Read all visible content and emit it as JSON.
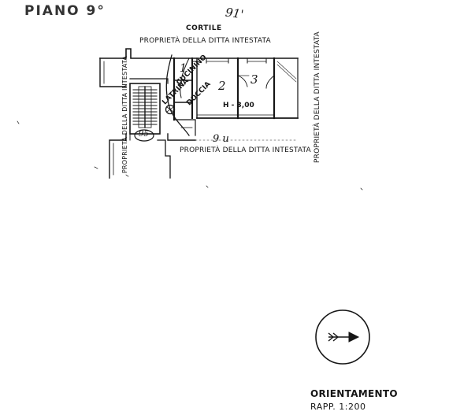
{
  "page_title": "PIANO 9°",
  "handwritten": {
    "top_number": "91'",
    "stair_number": "95",
    "bottom_note": "9 u"
  },
  "labels": {
    "cortile": "CORTILE",
    "property_top": "PROPRIETÀ DELLA DITTA INTESTATA",
    "property_bottom": "PROPRIETÀ DELLA DITTA INTESTATA",
    "property_left": "PROPRIETÀ DELLA DITTA INTESTATA",
    "property_right": "PROPRIETÀ DELLA DITTA INTESTATA"
  },
  "rooms": {
    "cucinino": "CUCININO",
    "latrina": "LATRINA",
    "doccia": "DOCCIA",
    "room_1": "1",
    "room_2": "2",
    "room_3": "3",
    "height": "H - 3,00"
  },
  "orientation": {
    "label": "ORIENTAMENTO",
    "scale": "RAPP. 1:200",
    "symbol": "arrow-right-icon"
  },
  "colors": {
    "ink": "#161616",
    "hatch": "#444444"
  }
}
